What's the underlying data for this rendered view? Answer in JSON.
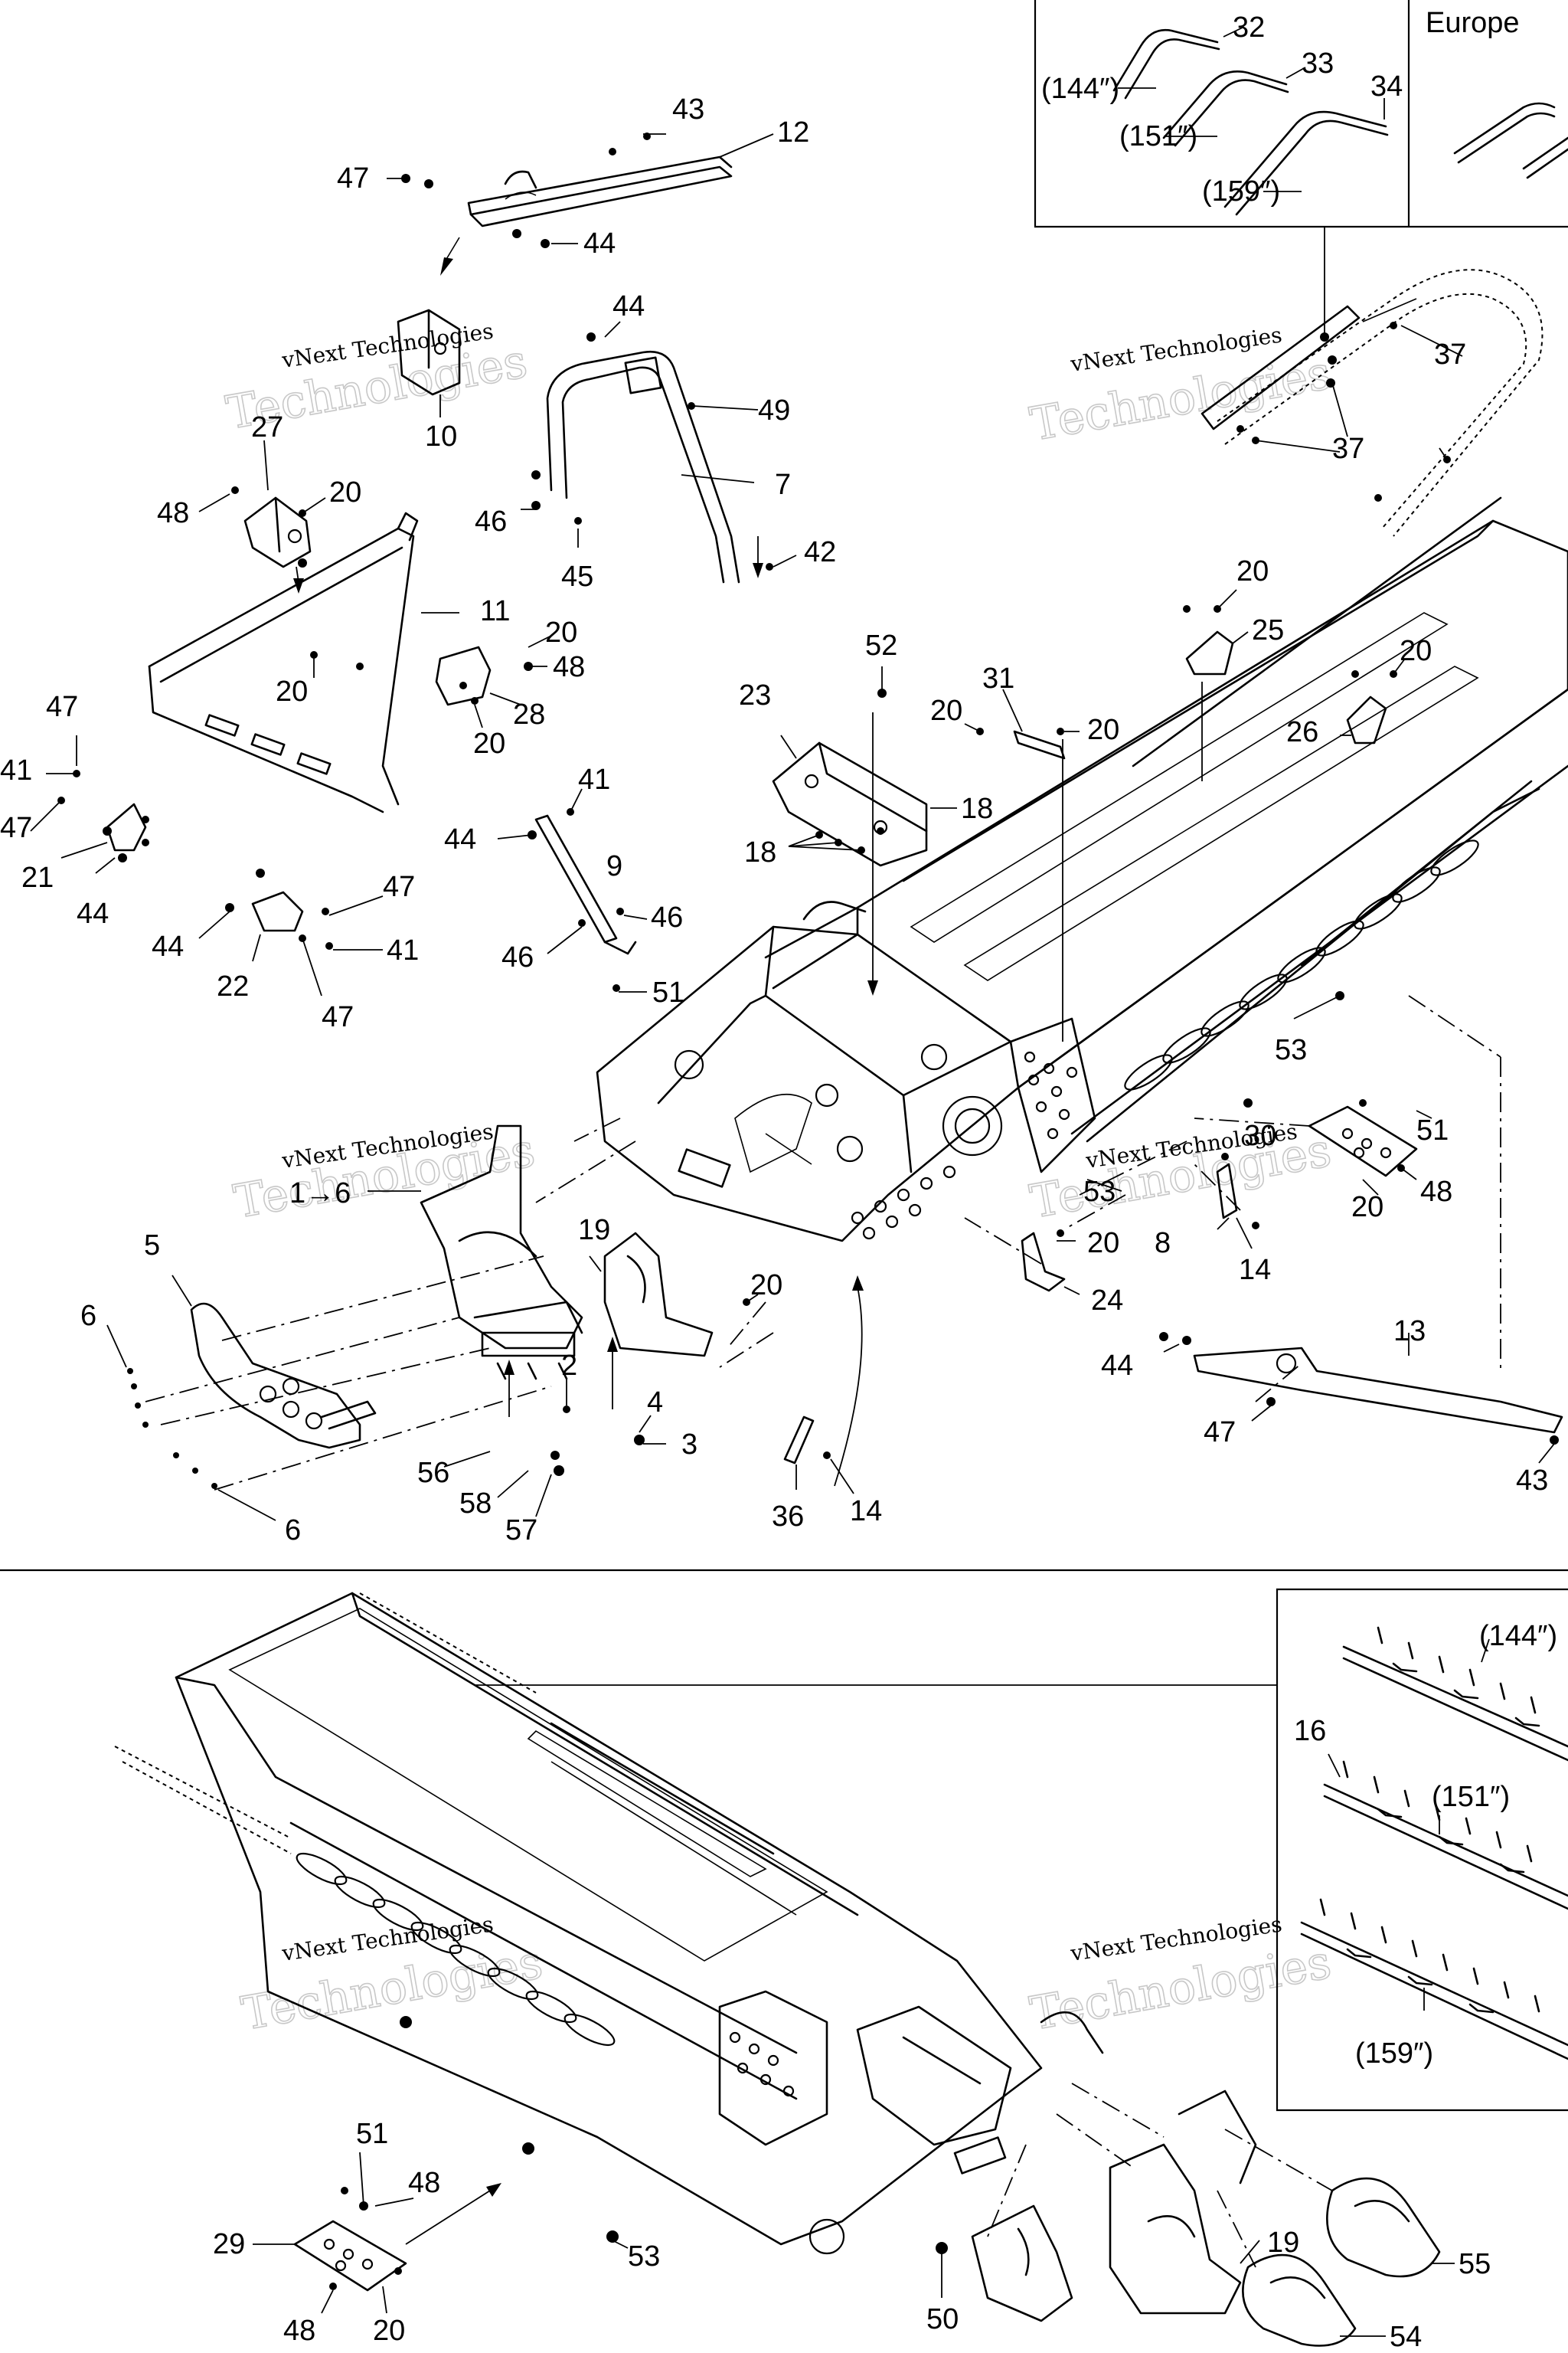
{
  "watermark": {
    "line1": "vNext Technologies",
    "big": "Technologies"
  },
  "inset_top": {
    "sizes": [
      "(144″)",
      "(151″)",
      "(159″)"
    ],
    "numbers": [
      "32",
      "33",
      "34"
    ],
    "region": "Europe"
  },
  "inset_bottom": {
    "sizes": [
      "(144″)",
      "(151″)",
      "(159″)"
    ],
    "number": "16"
  },
  "callouts_top": [
    "43",
    "12",
    "47",
    "44",
    "44",
    "10",
    "49",
    "27",
    "20",
    "48",
    "7",
    "46",
    "45",
    "42",
    "11",
    "20",
    "48",
    "20",
    "28",
    "20",
    "47",
    "41",
    "47",
    "21",
    "44",
    "41",
    "44",
    "9",
    "46",
    "46",
    "51",
    "47",
    "44",
    "41",
    "22",
    "47",
    "52",
    "23",
    "31",
    "20",
    "20",
    "18",
    "18",
    "20",
    "25",
    "20",
    "26",
    "37",
    "37",
    "53",
    "51",
    "30",
    "48",
    "20",
    "53",
    "20",
    "8",
    "14",
    "24",
    "20",
    "13",
    "44",
    "47",
    "43",
    "1→6",
    "19",
    "5",
    "6",
    "2",
    "4",
    "3",
    "56",
    "58",
    "57",
    "6",
    "36",
    "14"
  ],
  "callouts_bottom": [
    "51",
    "48",
    "29",
    "48",
    "20",
    "53",
    "50",
    "19",
    "55",
    "54"
  ]
}
